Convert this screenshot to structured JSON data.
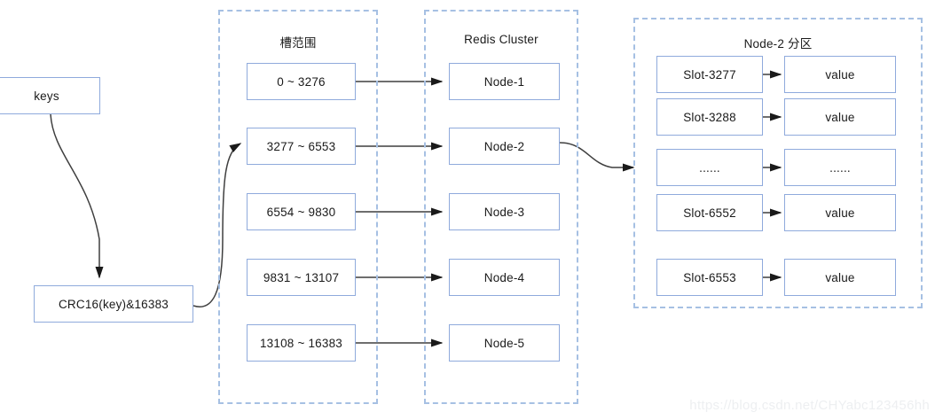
{
  "diagram": {
    "title": "Redis Cluster slot mapping diagram",
    "watermark": "https://blog.csdn.net/CHYabc123456hh",
    "colors": {
      "box_border": "#8faadc",
      "group_border": "#a6c0e3",
      "connector": "#3f3f3f",
      "text": "#1a1a1a",
      "background": "#ffffff",
      "watermark": "#edeff1"
    }
  },
  "input": {
    "keys_label": "keys",
    "hash_label": "CRC16(key)&16383"
  },
  "slot_range_group": {
    "title": "槽范围",
    "items": [
      {
        "label": "0 ~ 3276"
      },
      {
        "label": "3277 ~ 6553"
      },
      {
        "label": "6554 ~ 9830"
      },
      {
        "label": "9831 ~ 13107"
      },
      {
        "label": "13108 ~ 16383"
      }
    ]
  },
  "cluster_group": {
    "title": "Redis Cluster",
    "items": [
      {
        "label": "Node-1"
      },
      {
        "label": "Node-2"
      },
      {
        "label": "Node-3"
      },
      {
        "label": "Node-4"
      },
      {
        "label": "Node-5"
      }
    ]
  },
  "partition_group": {
    "title": "Node-2 分区",
    "rows": [
      {
        "slot": "Slot-3277",
        "value": "value"
      },
      {
        "slot": "Slot-3288",
        "value": "value"
      },
      {
        "slot": "......",
        "value": "......"
      },
      {
        "slot": "Slot-6552",
        "value": "value"
      },
      {
        "slot": "Slot-6553",
        "value": "value"
      }
    ]
  }
}
